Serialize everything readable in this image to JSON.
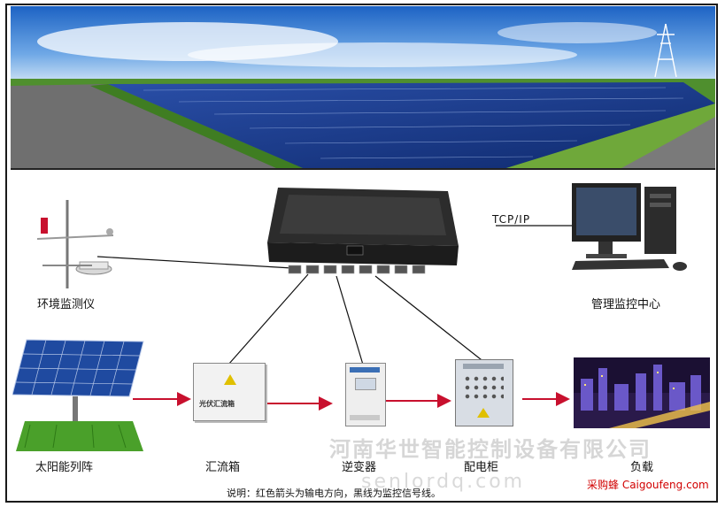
{
  "nodes": {
    "env_monitor": "环境监测仪",
    "management_center": "管理监控中心",
    "solar_array": "太阳能列阵",
    "combiner_box": "汇流箱",
    "inverter": "逆变器",
    "distribution_cabinet": "配电柜",
    "load": "负载"
  },
  "link_label": "TCP/IP",
  "combiner_plate_text": "光伏汇流箱",
  "note": "说明：红色箭头为输电方向，黑线为监控信号线。",
  "watermark": "河南华世智能控制设备有限公司",
  "watermark_url": "senlordq.com",
  "brand": "采购蜂 Caigoufeng.com",
  "colors": {
    "power_arrow": "#c8102e",
    "signal_line": "#111111",
    "sky": "#2f7fd8",
    "panel": "#1d3a8a",
    "grass": "#4aa02a"
  }
}
